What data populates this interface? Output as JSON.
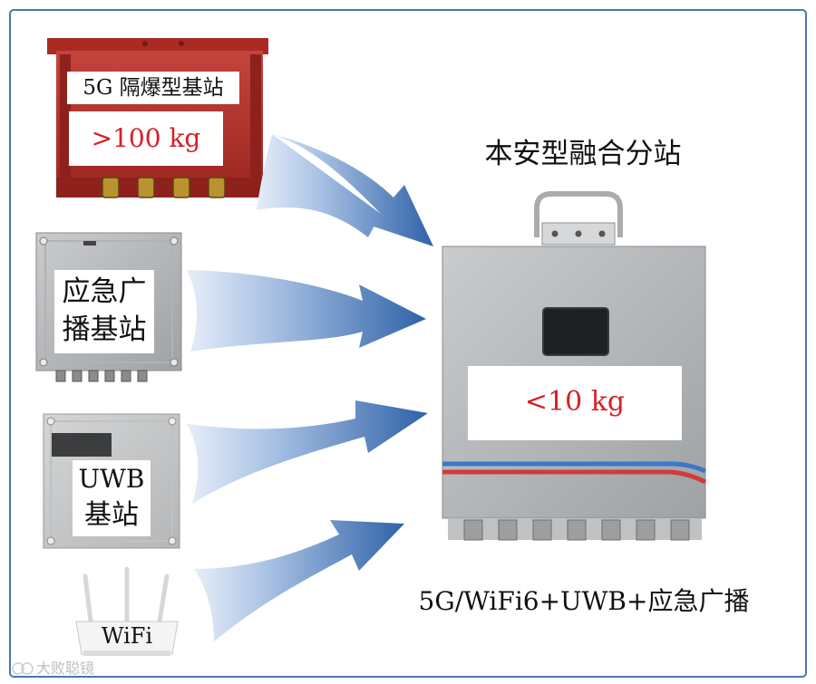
{
  "explosion_proof_station": {
    "label": "5G 隔爆型基站",
    "weight": ">100 kg"
  },
  "emergency_broadcast_station": {
    "label_line1": "应急广",
    "label_line2": "播基站"
  },
  "uwb_station": {
    "label_line1": "UWB",
    "label_line2": "基站"
  },
  "wifi_router": {
    "label": "WiFi"
  },
  "fusion_station": {
    "title": "本安型融合分站",
    "weight": "<10 kg",
    "caption": "5G/WiFi6+UWB+应急广播"
  },
  "watermark": {
    "text": "大败聪镜"
  },
  "colors": {
    "frame": "#4a76b0",
    "arrow": "#2f62a8",
    "weight_text": "#d71f26",
    "enclosure_red": "#b8322b",
    "stripe_blue": "#3a78c8",
    "stripe_red": "#d33a3a"
  }
}
